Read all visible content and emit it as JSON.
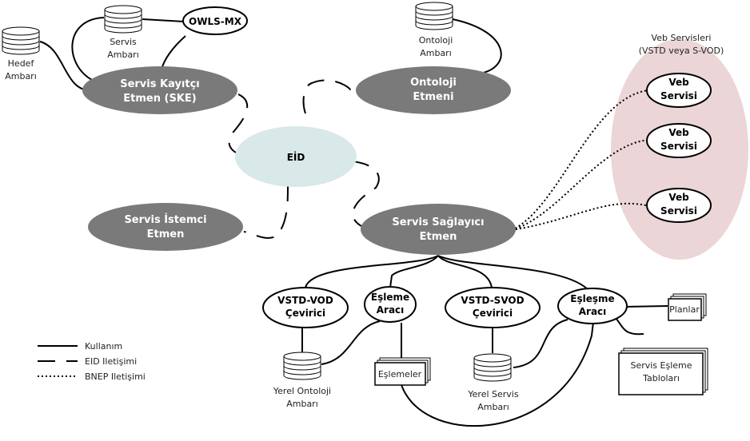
{
  "agents": {
    "ske": [
      "Servis Kayıtçı",
      "Etmen (SKE)"
    ],
    "ontology": [
      "Ontoloji",
      "Etmeni"
    ],
    "eid": "EİD",
    "client": [
      "Servis İstemci",
      "Etmen"
    ],
    "provider": [
      "Servis Sağlayıcı",
      "Etmen"
    ]
  },
  "nodes": {
    "owls_mx": "OWLS-MX",
    "vstd_vod": [
      "VSTD-VOD",
      "Çevirici"
    ],
    "matcher_1": [
      "Eşleme",
      "Aracı"
    ],
    "vstd_svod": [
      "VSTD-SVOD",
      "Çevirici"
    ],
    "matcher_2": [
      "Eşleşme",
      "Aracı"
    ],
    "web_service": [
      "Veb",
      "Servisi"
    ]
  },
  "web_services_group": [
    "Veb Servisleri",
    "(VSTD veya S-VOD)"
  ],
  "databases": {
    "service_repo": [
      "Servis",
      "Ambarı"
    ],
    "goal_repo": [
      "Hedef",
      "Ambarı"
    ],
    "ontology_repo": [
      "Ontoloji",
      "Ambarı"
    ],
    "local_ontology_repo": [
      "Yerel Ontoloji",
      "Ambarı"
    ],
    "local_service_repo": [
      "Yerel Servis",
      "Ambarı"
    ]
  },
  "documents": {
    "plans": "Planlar",
    "matches": "Eşlemeler",
    "match_tables": [
      "Servis Eşleme",
      "Tabloları"
    ]
  },
  "legend": {
    "usage": "Kullanım",
    "eid_comm": "EID Iletişimi",
    "bnep_comm": "BNEP Iletişimi"
  },
  "colors": {
    "agent_fill": "#7a7a7a",
    "eid_fill": "#d9e8e8",
    "group_fill": "#ebd5d6",
    "node_fill": "#ffffff",
    "stroke": "#000000"
  }
}
